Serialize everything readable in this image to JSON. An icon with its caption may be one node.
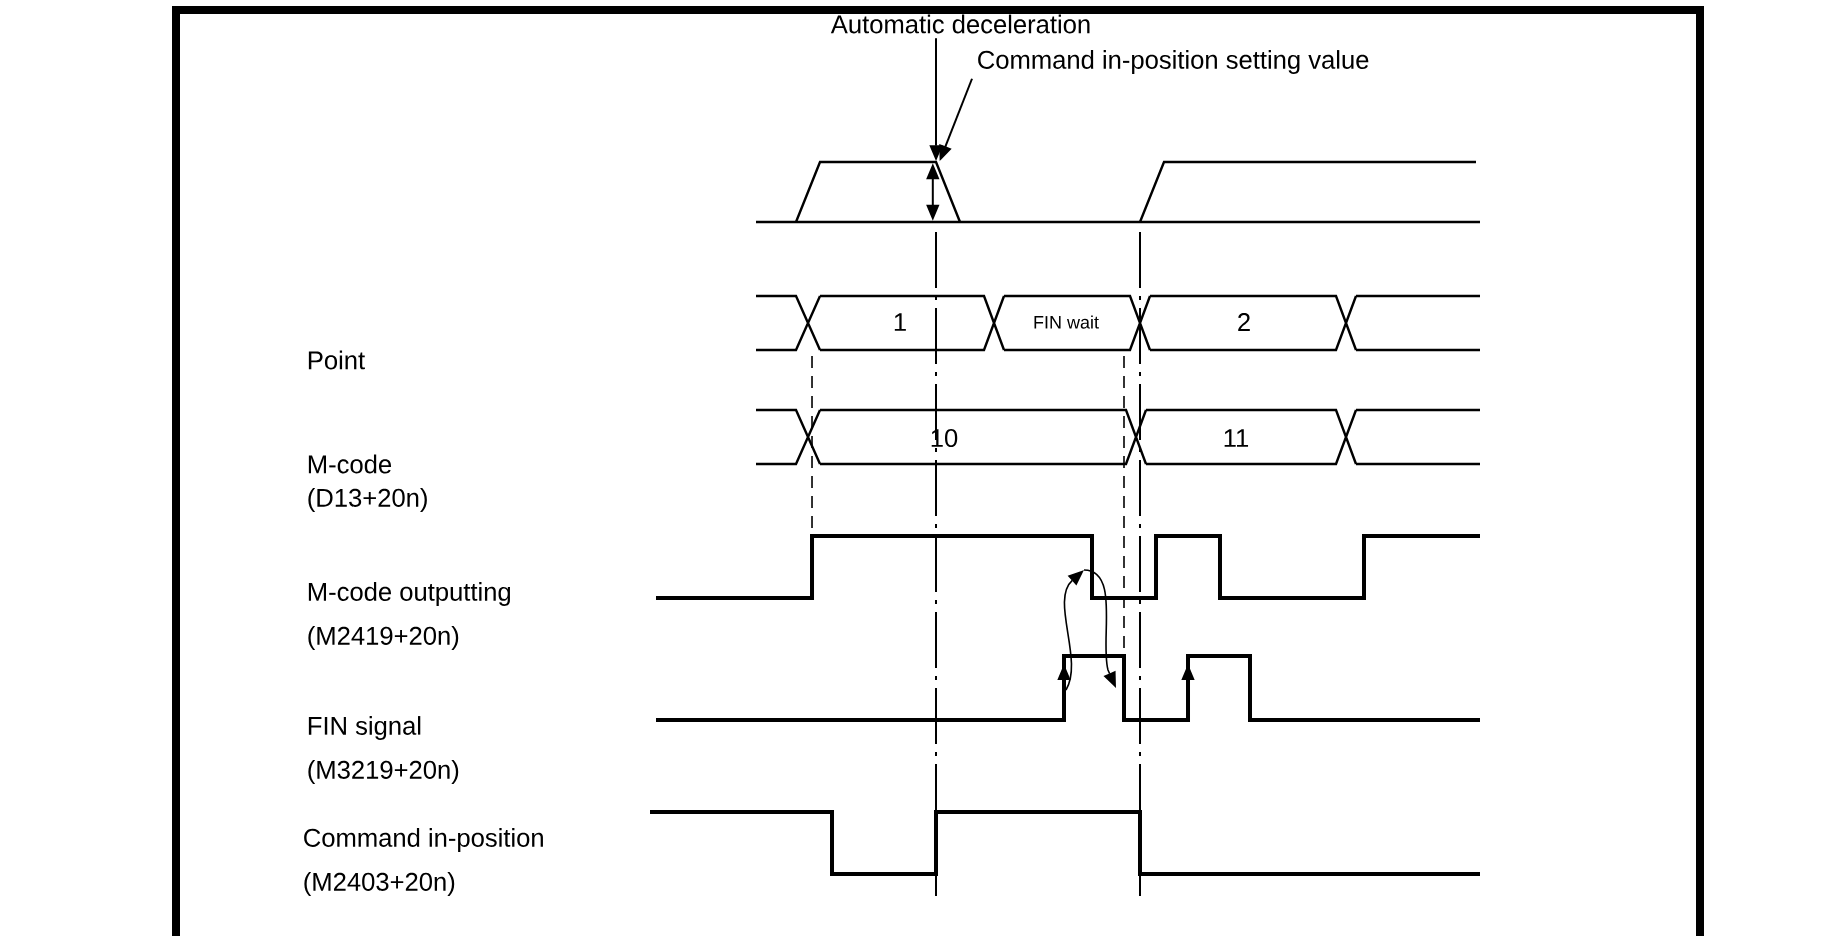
{
  "diagram": {
    "nodes": [
      {
        "text": [
          "Automatic deceleration"
        ]
      },
      {
        "text": [
          "Command in-position setting value"
        ]
      },
      {
        "text": [],
        "shape": "picture"
      },
      {
        "text": [],
        "shape": "picture",
        "in": 2
      }
    ],
    "edges": [
      {
        "from": 0,
        "to": 2,
        "arrow": "to"
      },
      {
        "from": 1,
        "to": 3,
        "arrow": "to"
      }
    ],
    "labels": [
      "Point",
      "M-code",
      "(D13+20n)",
      "M-code outputting",
      "(M2419+20n)",
      "FIN signal",
      "(M3219+20n)",
      "Command in-position",
      "(M2403+20n)",
      "1",
      "FIN wait",
      "2",
      "10",
      "11"
    ]
  }
}
